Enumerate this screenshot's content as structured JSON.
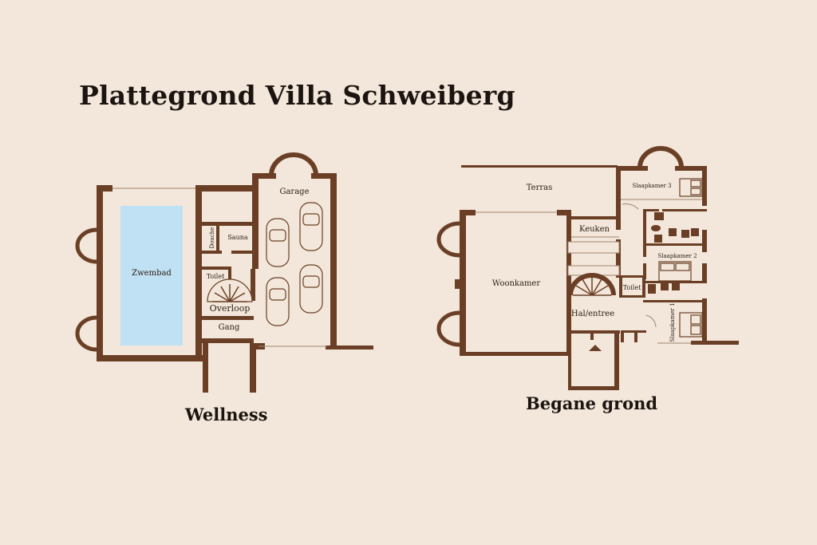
{
  "title": "Plattegrond Villa Schweiberg",
  "plans": {
    "wellness": {
      "label": "Wellness",
      "rooms": {
        "garage": "Garage",
        "zwembad": "Zwembad",
        "douche": "Douche",
        "sauna": "Sauna",
        "toilet": "Toilet",
        "overloop": "Overloop",
        "gang": "Gang"
      }
    },
    "begane_grond": {
      "label": "Begane grond",
      "rooms": {
        "terras": "Terras",
        "slaapkamer3": "Slaapkamer 3",
        "keuken": "Keuken",
        "slaapkamer2": "Slaapkamer 2",
        "woonkamer": "Woonkamer",
        "toilet": "Toilet",
        "hal_entree": "Hal/entree",
        "slaapkamer1": "Slaapkamer 1"
      }
    }
  },
  "colors": {
    "background": "#f2e7da",
    "walls": "#6b3f26",
    "pool": "#bfe1f3",
    "text": "#1c1410"
  }
}
